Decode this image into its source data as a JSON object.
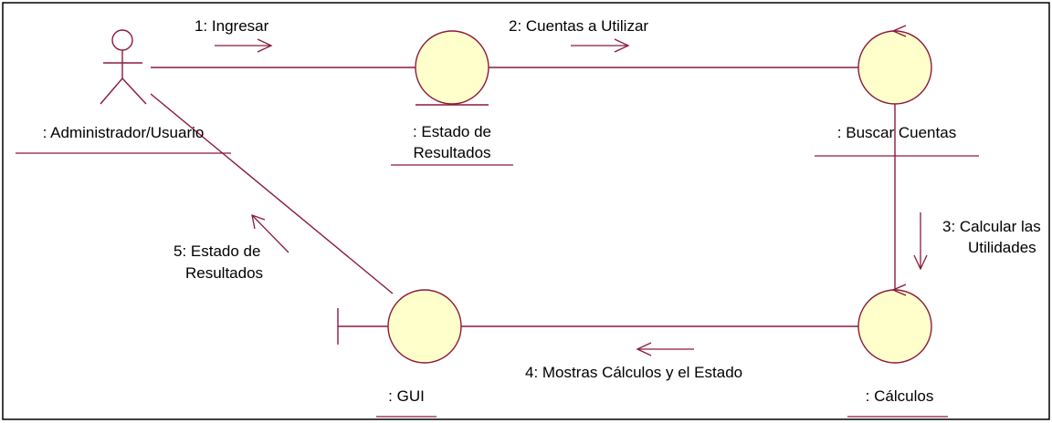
{
  "colors": {
    "line": "#8b1a3a",
    "object_fill": "#ffffcc",
    "frame": "#000000",
    "text": "#000000"
  },
  "objects": {
    "actor": {
      "label": ": Administrador/Usuario",
      "icon": "stick-figure-actor-icon"
    },
    "estado": {
      "label_line1": ": Estado de",
      "label_line2": "Resultados",
      "icon": "entity-object-icon"
    },
    "buscar": {
      "label": ": Buscar Cuentas",
      "icon": "control-object-icon"
    },
    "calculos": {
      "label": ": Cálculos",
      "icon": "control-object-icon"
    },
    "gui": {
      "label": ": GUI",
      "icon": "boundary-object-icon"
    }
  },
  "messages": {
    "m1": {
      "label": "1: Ingresar"
    },
    "m2": {
      "label": "2: Cuentas a Utilizar"
    },
    "m3": {
      "label_line1": "3: Calcular las",
      "label_line2": "Utilidades"
    },
    "m4": {
      "label": "4: Mostras Cálculos y el Estado"
    },
    "m5": {
      "label_line1": "5: Estado de",
      "label_line2": "Resultados"
    }
  }
}
